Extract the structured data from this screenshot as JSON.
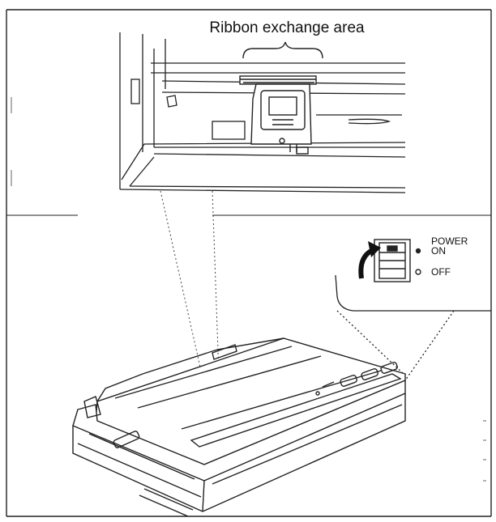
{
  "callouts": {
    "ribbon_area": "Ribbon exchange area",
    "power": "POWER",
    "on": "ON",
    "off": "OFF"
  }
}
